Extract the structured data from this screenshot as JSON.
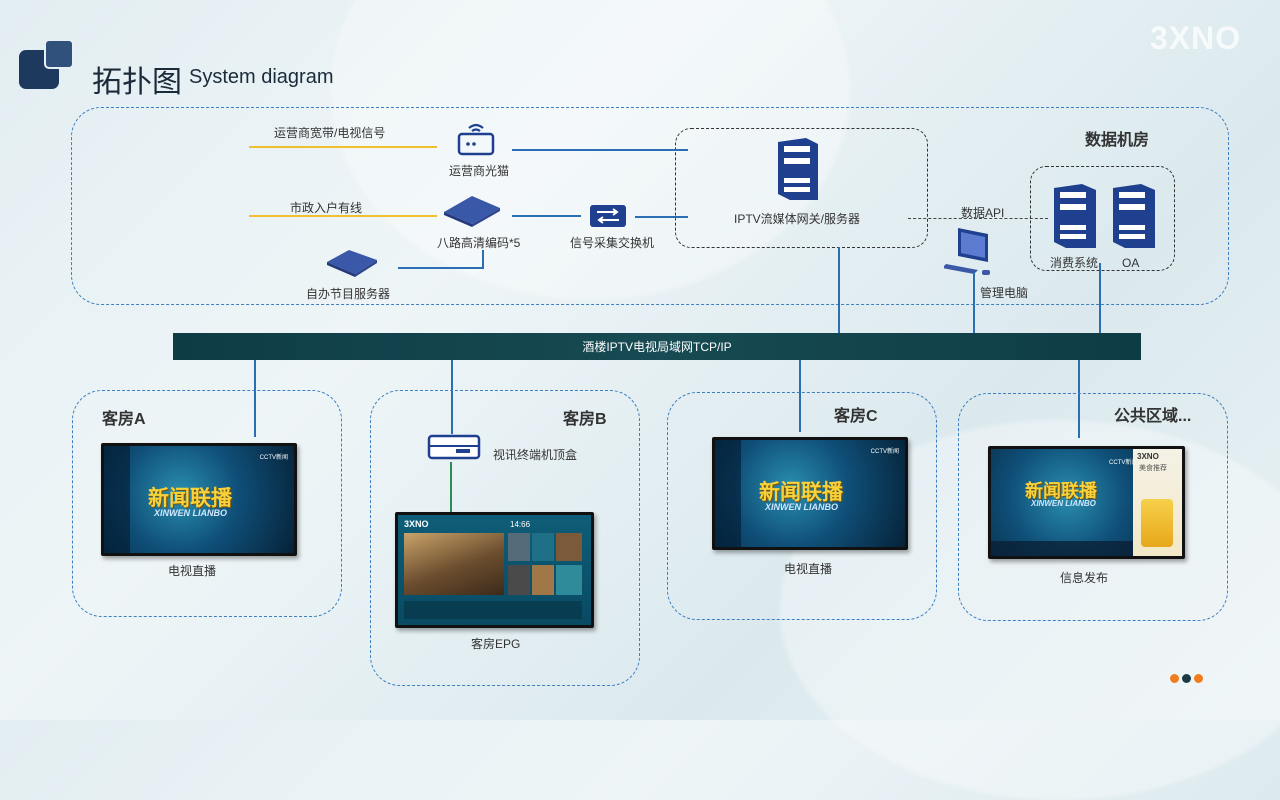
{
  "header": {
    "title_cn": "拓扑图",
    "title_en": "System diagram",
    "brand": "3XNO"
  },
  "top_section": {
    "label_isp": "运营商宽带/电视信号",
    "label_cable": "市政入户有线",
    "optical_modem": "运营商光猫",
    "encoder": "八路高清编码*5",
    "switch": "信号采集交换机",
    "self_server": "自办节目服务器",
    "gateway": "IPTV流媒体网关/服务器",
    "data_api": "数据API",
    "datacenter_title": "数据机房",
    "consumption": "消费系统",
    "oa": "OA",
    "mgmt_pc": "管理电脑"
  },
  "bus_label": "酒楼IPTV电视局域网TCP/IP",
  "rooms": {
    "a_title": "客房A",
    "a_caption": "电视直播",
    "b_title": "客房B",
    "b_stb": "视讯终端机顶盒",
    "b_caption": "客房EPG",
    "c_title": "客房C",
    "c_caption": "电视直播",
    "public_title": "公共区域...",
    "public_caption": "信息发布"
  },
  "screens": {
    "news_cn": "新闻联播",
    "news_en": "XINWEN LIANBO",
    "channel": "CCTV新闻",
    "epg_brand": "3XNO",
    "epg_time": "14:66",
    "public_brand": "3XNO",
    "public_sub": "美食推荐"
  },
  "colors": {
    "accent_blue": "#2a6fb4",
    "yellow_line": "#f0c02e",
    "bus_bg": "#0e3c45",
    "icon_navy": "#1f3f8f"
  },
  "page_dots": [
    "#f07c1e",
    "#1c3a44",
    "#f07c1e"
  ]
}
